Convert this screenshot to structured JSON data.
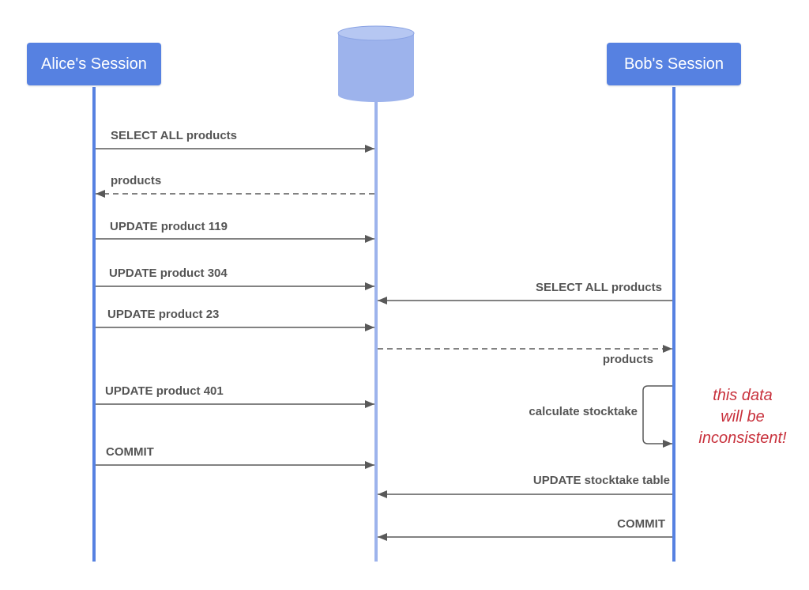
{
  "participants": {
    "alice": "Alice's Session",
    "bob": "Bob's Session"
  },
  "messages": [
    "SELECT ALL products",
    "products",
    "UPDATE product 119",
    "UPDATE product 304",
    "UPDATE product 23",
    "UPDATE product 401",
    "COMMIT",
    "SELECT ALL products",
    "products",
    "calculate stocktake",
    "UPDATE stocktake table",
    "COMMIT"
  ],
  "note": {
    "line1": "this data",
    "line2": "will be",
    "line3": "inconsistent!"
  },
  "colors": {
    "actor": "#5681e1",
    "lifeline": "#5681e1",
    "database_lifeline": "#9db3ec",
    "database": "#9db3ec",
    "arrow": "#595959",
    "note": "#c8313c"
  }
}
